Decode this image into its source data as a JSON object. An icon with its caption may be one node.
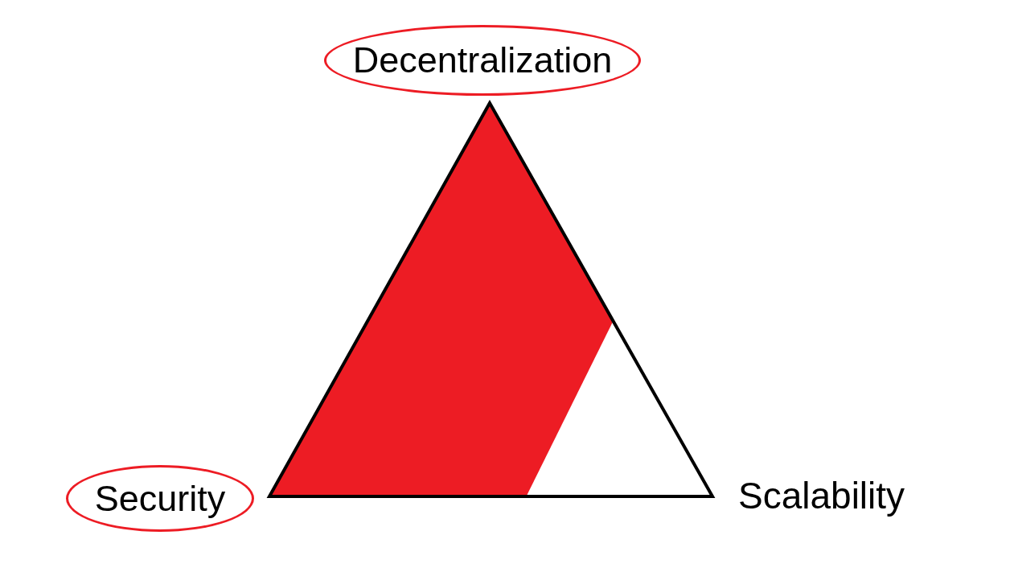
{
  "diagram": {
    "nodes": [
      {
        "text": [
          "Decentralization"
        ]
      },
      {
        "text": [
          "Security"
        ]
      }
    ],
    "labels": [
      "Scalability"
    ]
  }
}
